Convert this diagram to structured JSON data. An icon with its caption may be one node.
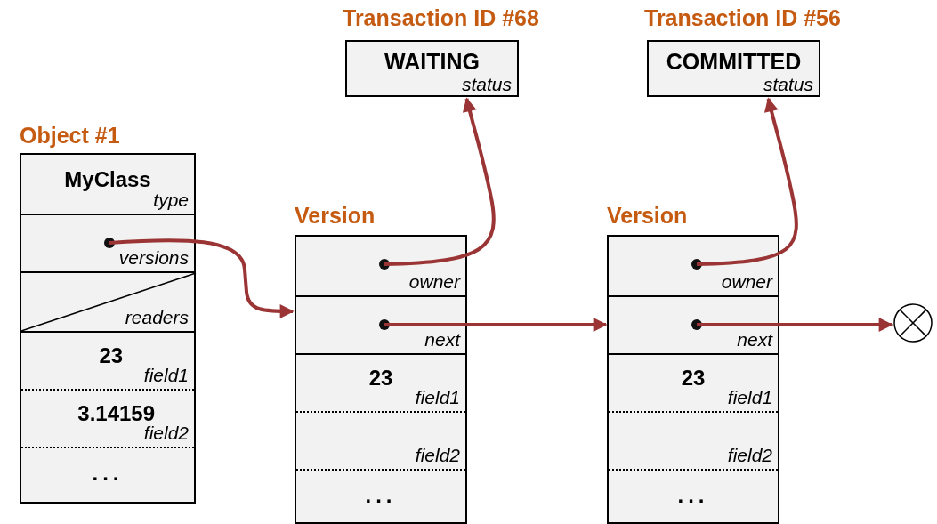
{
  "diagram": {
    "nodes": [
      {
        "text": [
          "Object #1"
        ]
      },
      {
        "text": [
          "MyClass",
          "type"
        ],
        "in": 0
      },
      {
        "text": [
          "versions"
        ],
        "in": 0
      },
      {
        "text": [
          "readers"
        ],
        "in": 0
      },
      {
        "text": [
          "23",
          "field1"
        ],
        "in": 0
      },
      {
        "text": [
          "3.14159",
          "field2"
        ],
        "in": 0
      },
      {
        "text": [
          "..."
        ],
        "in": 0
      },
      {
        "text": [
          "Version"
        ]
      },
      {
        "text": [
          "owner"
        ],
        "in": 7
      },
      {
        "text": [
          "next"
        ],
        "in": 7
      },
      {
        "text": [
          "23",
          "field1"
        ],
        "in": 7
      },
      {
        "text": [
          "field2"
        ],
        "in": 7
      },
      {
        "text": [
          "..."
        ],
        "in": 7
      },
      {
        "text": [
          "Version"
        ]
      },
      {
        "text": [
          "owner"
        ],
        "in": 13
      },
      {
        "text": [
          "next"
        ],
        "in": 13
      },
      {
        "text": [
          "23",
          "field1"
        ],
        "in": 13
      },
      {
        "text": [
          "field2"
        ],
        "in": 13
      },
      {
        "text": [
          "..."
        ],
        "in": 13
      },
      {
        "text": [
          "Transaction ID #68",
          "WAITING",
          "status"
        ]
      },
      {
        "text": [
          "Transaction ID #56",
          "COMMITTED",
          "status"
        ]
      },
      {
        "text": [],
        "shape": "circle"
      }
    ],
    "edges": [
      {
        "from": 2,
        "to": 7,
        "arrow": "to"
      },
      {
        "from": 8,
        "to": 19,
        "arrow": "to"
      },
      {
        "from": 9,
        "to": 13,
        "arrow": "to"
      },
      {
        "from": 14,
        "to": 20,
        "arrow": "to"
      },
      {
        "from": 15,
        "to": 21,
        "arrow": "to"
      }
    ]
  }
}
